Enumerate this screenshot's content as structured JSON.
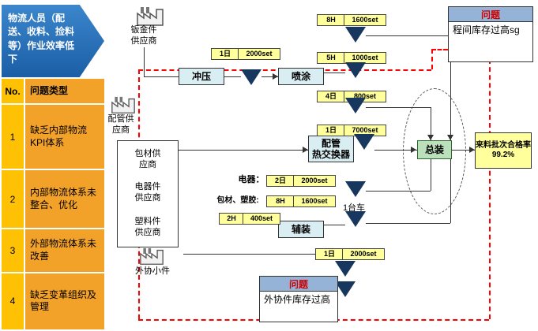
{
  "banner": {
    "text": "物流人员（配送、收料、捡料等）作业效率低下"
  },
  "issue_table": {
    "col_no": "No.",
    "col_type": "问题类型",
    "rows": [
      {
        "no": "1",
        "type": "缺乏内部物流KPI体系"
      },
      {
        "no": "2",
        "type": "内部物流体系未整合、优化"
      },
      {
        "no": "3",
        "type": "外部物流体系未改善"
      },
      {
        "no": "4",
        "type": "缺乏变革组织及管理"
      }
    ]
  },
  "suppliers": {
    "sheet_metal": "钣金件供应商",
    "piping": "配管供应商",
    "packaging": "包材供应商",
    "electrical": "电器件供应商",
    "plastic": "塑料件供应商",
    "outsourced_small": "外协小件"
  },
  "processes": {
    "stamping": "冲压",
    "spray": "喷涂",
    "piping_line1": "配管",
    "piping_line2": "热交换器",
    "aux_assembly": "辅装",
    "final_assembly": "总装"
  },
  "inventory_tags": [
    {
      "time": "8H",
      "qty": "1600set"
    },
    {
      "time": "1日",
      "qty": "2000set"
    },
    {
      "time": "5H",
      "qty": "1000set"
    },
    {
      "time": "4日",
      "qty": "800set"
    },
    {
      "time": "1日",
      "qty": "7000set"
    },
    {
      "time": "2日",
      "qty": "2000set"
    },
    {
      "time": "8H",
      "qty": "1600set"
    },
    {
      "time": "2H",
      "qty": "400set"
    },
    {
      "time": "1日",
      "qty": "2000set"
    }
  ],
  "inline_labels": {
    "electrical": "电器：",
    "packaging_plastic": "包材、塑胶:",
    "one_cart": "1台车"
  },
  "problem_top": {
    "title": "问题",
    "body": "程间库存过高sg"
  },
  "problem_bottom": {
    "title": "问题",
    "body": "外协件库存过高"
  },
  "quality_note": {
    "label": "来料批次合格率",
    "value": "99.2%"
  },
  "colors": {
    "banner_blue": "#1F6FB5",
    "table_yellow": "#FFC104",
    "table_orange": "#F2A129",
    "tag_yellow": "#FFFF9C",
    "inventory_navy": "#17375E",
    "final_assembly_green": "#BCE0BC",
    "problem_red": "#FF0000",
    "note_header_blue": "#95B3D7"
  }
}
